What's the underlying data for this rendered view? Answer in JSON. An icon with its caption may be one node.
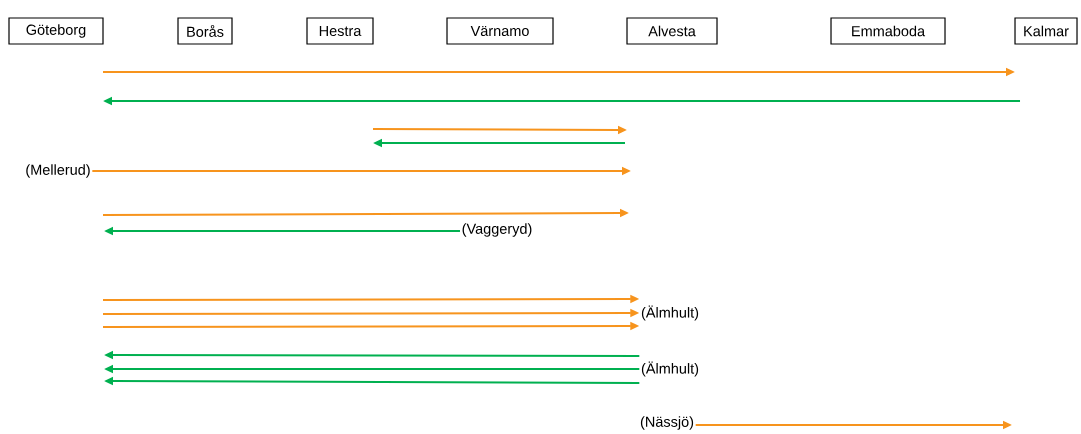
{
  "diagram": {
    "nodes": [
      {
        "text": [
          "Göteborg"
        ]
      },
      {
        "text": [
          "Borås"
        ]
      },
      {
        "text": [
          "Hestra"
        ]
      },
      {
        "text": [
          "Värnamo"
        ]
      },
      {
        "text": [
          "Alvesta"
        ]
      },
      {
        "text": [
          "Emmaboda"
        ]
      },
      {
        "text": [
          "Kalmar"
        ]
      },
      {
        "text": [
          "(Mellerud)"
        ]
      },
      {
        "text": [
          "(Vaggeryd)"
        ]
      },
      {
        "text": [
          "(Älmhult)"
        ]
      },
      {
        "text": [
          "(Älmhult)"
        ]
      },
      {
        "text": [
          "(Nässjö)"
        ]
      }
    ],
    "edges": [
      {
        "from": 7,
        "to": null,
        "arrow": "to"
      },
      {
        "from": 8,
        "to": null,
        "arrow": "to",
        "color": "#00b050"
      },
      {
        "from": null,
        "to": 9,
        "arrow": "to"
      },
      {
        "from": null,
        "to": 9,
        "arrow": "to"
      },
      {
        "from": null,
        "to": 9,
        "arrow": "to"
      },
      {
        "from": 10,
        "to": null,
        "arrow": "to",
        "color": "#00b050"
      },
      {
        "from": 10,
        "to": null,
        "arrow": "to",
        "color": "#00b050"
      },
      {
        "from": 10,
        "to": null,
        "arrow": "to",
        "color": "#00b050"
      },
      {
        "from": 11,
        "to": null,
        "arrow": "to"
      }
    ]
  }
}
